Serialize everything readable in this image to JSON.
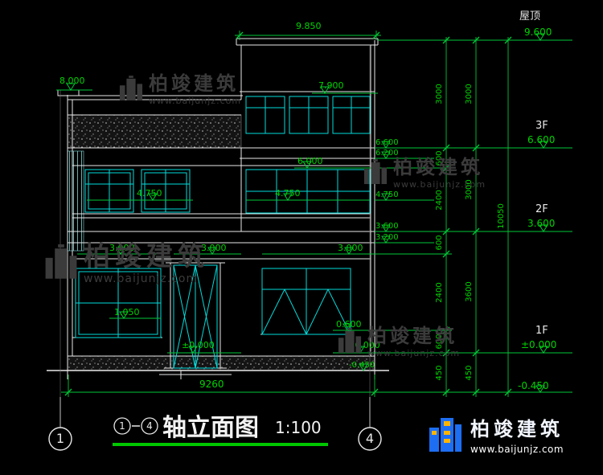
{
  "colors": {
    "background": "#000000",
    "line_white": "#e8e8e8",
    "line_cyan": "#00dcdc",
    "dim_green": "#00d400",
    "watermark_gray": "#3b3b3b",
    "logo_blue": "#1d6ef2",
    "logo_yellow": "#ffb400",
    "title_underline": "#00c800"
  },
  "icons": {
    "watermark_glyph": "building-blocks-icon",
    "logo_glyph": "building-logo-icon"
  },
  "watermark": {
    "brand": "柏竣建筑",
    "url": "www.baijunjz.com"
  },
  "logo": {
    "brand": "柏竣建筑",
    "url": "www.baijunjz.com"
  },
  "axis": {
    "left": "1",
    "right": "4"
  },
  "floors": {
    "roof_label": "屋顶",
    "roof_level": "9.600",
    "f3_label": "3F",
    "f3_level": "6.600",
    "f2_label": "2F",
    "f2_level": "3.600",
    "f1_label": "1F",
    "f1_level": "±0.000",
    "ground_level": "-0.450"
  },
  "dims": {
    "parapet_top": "9.850",
    "left_parapet": "8.000",
    "f3_head": "7.900",
    "l6600": "6.600",
    "l6200": "6.200",
    "l6000": "6.000",
    "l4750": "4.750",
    "l3600": "3.600",
    "l3200": "3.200",
    "l3000": "3.000",
    "l1050": "1.050",
    "l0600": "0.600",
    "l0000": "±0.000",
    "ln0450": "-0.450",
    "overall_width": "9260"
  },
  "chains": {
    "a": [
      "3000",
      "600",
      "2400",
      "600",
      "2400",
      "600",
      "450"
    ],
    "b": [
      "3000",
      "3000",
      "3600",
      "450"
    ],
    "total": "10050"
  },
  "title": {
    "axis_from": "1",
    "axis_to": "4",
    "name": "轴立面图",
    "scale": "1:100"
  }
}
